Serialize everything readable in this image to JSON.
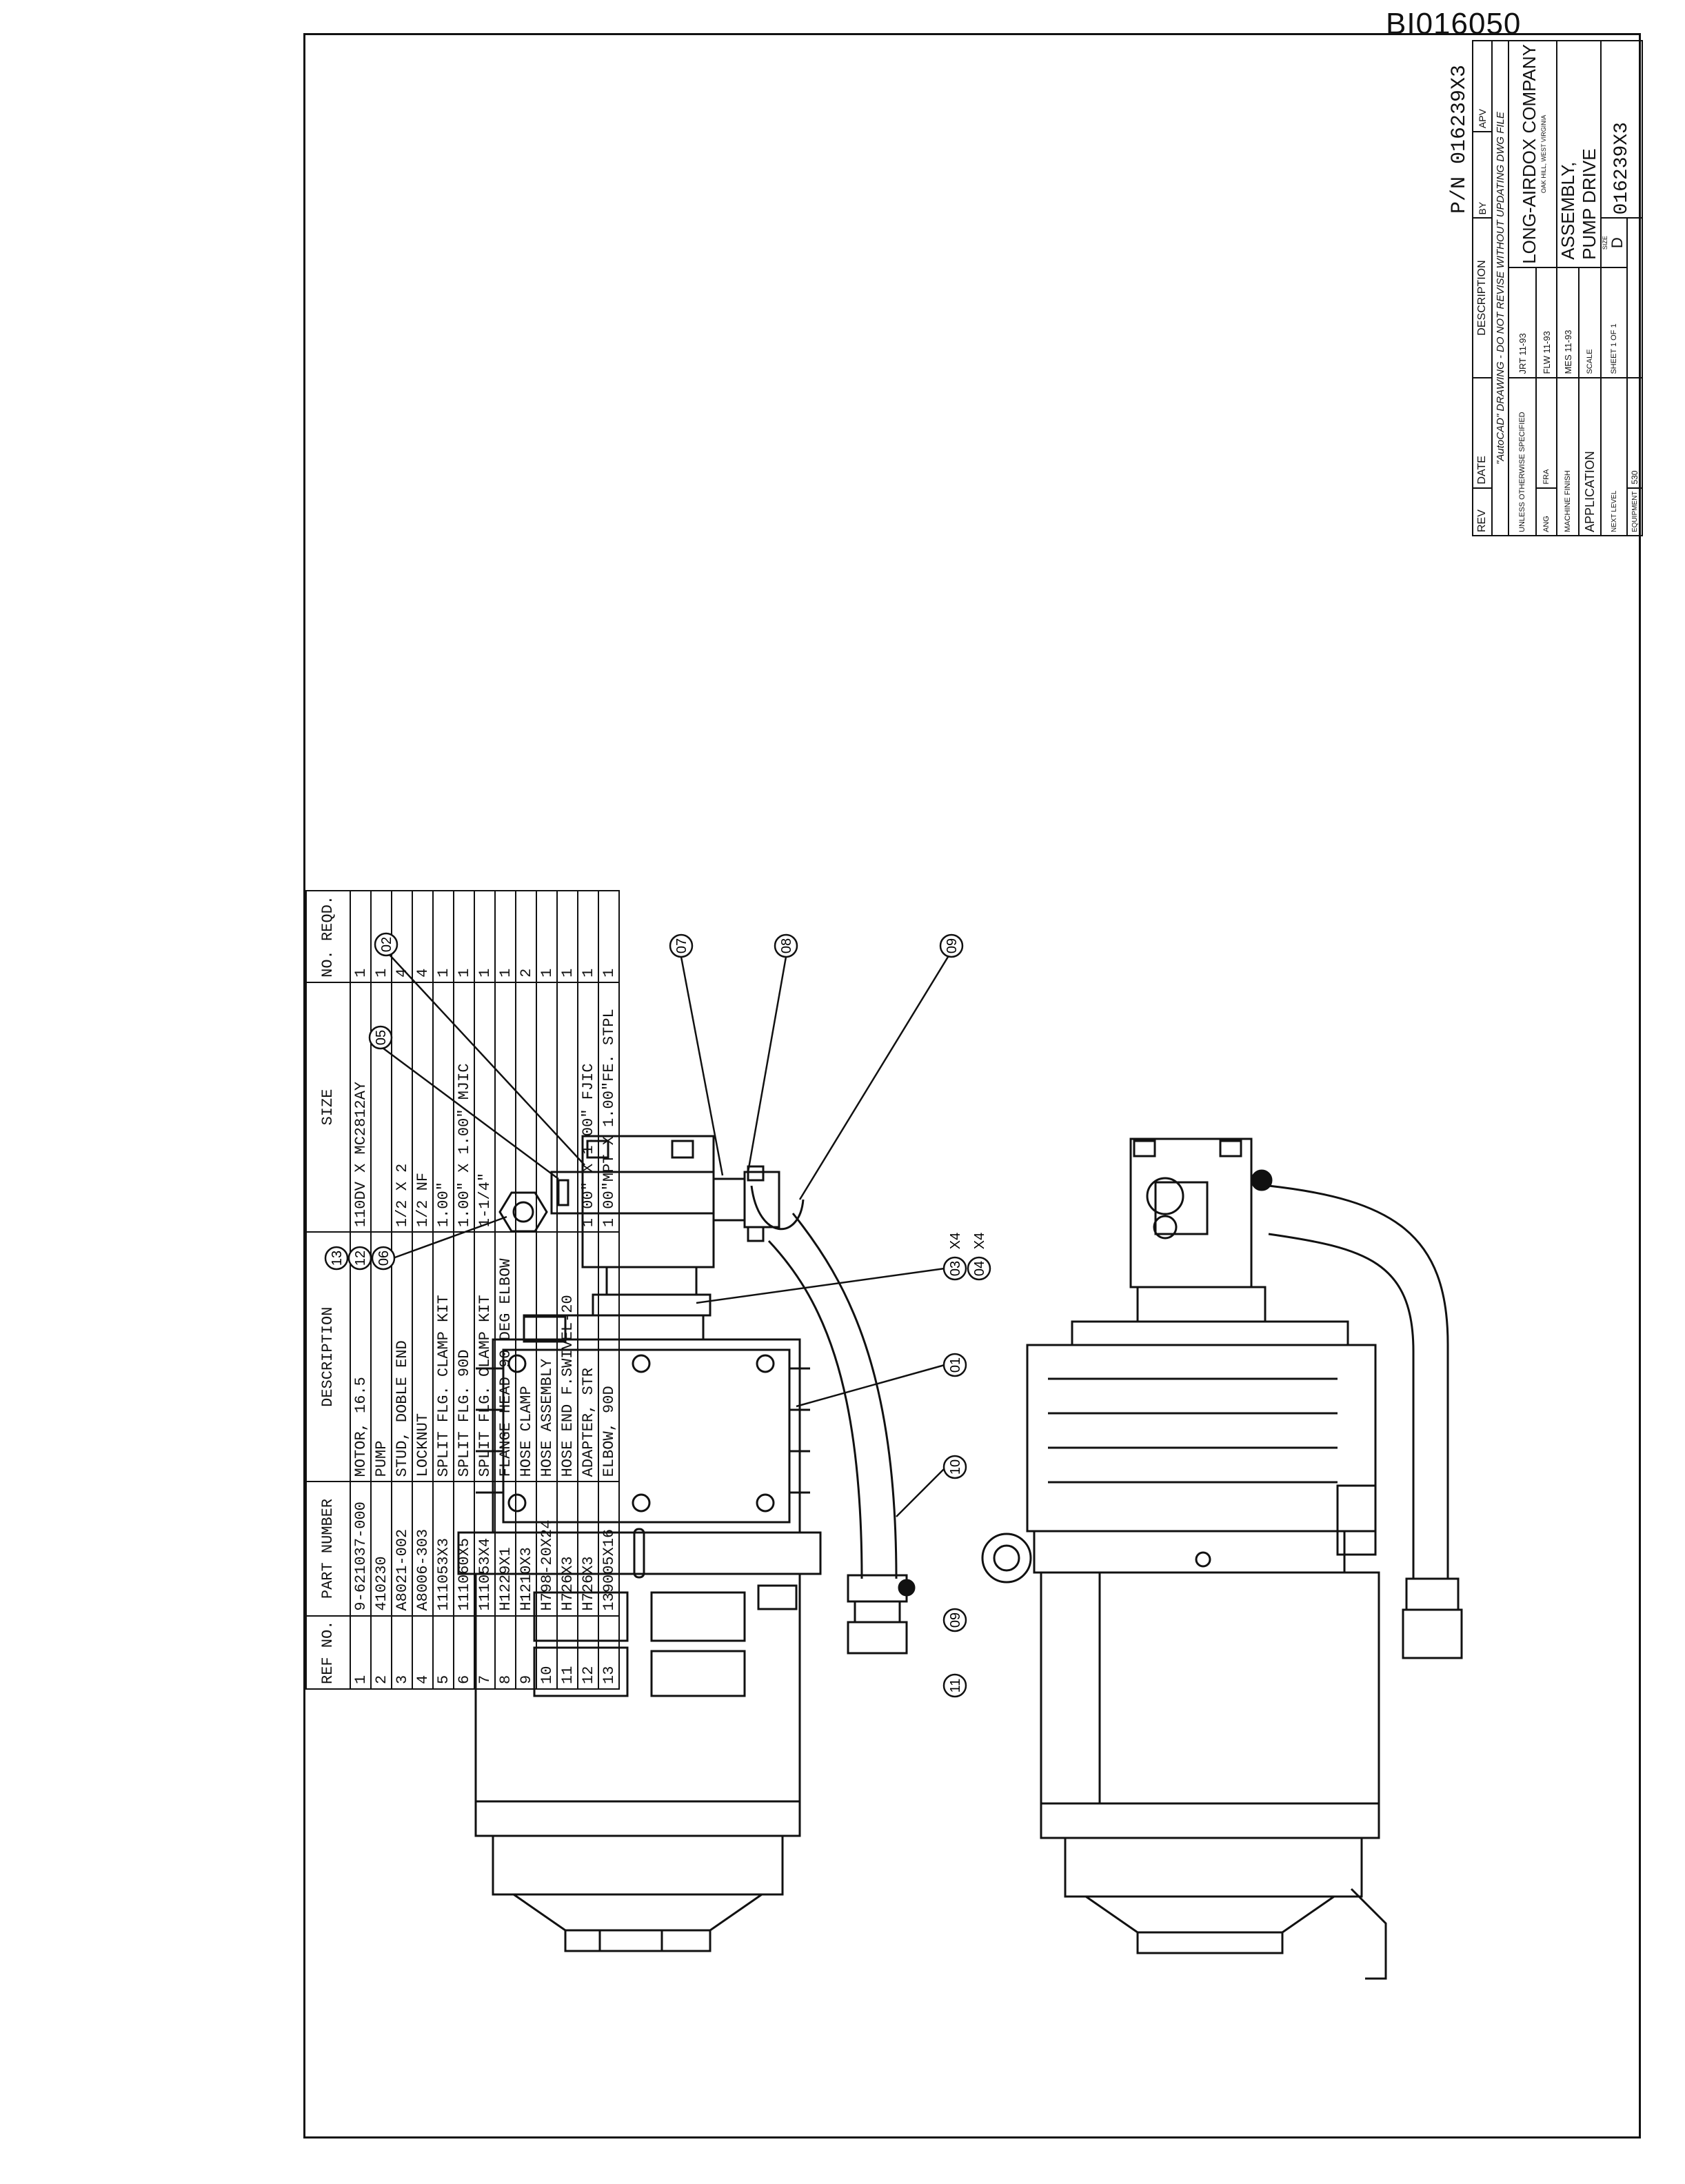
{
  "document_id": "BI016050",
  "part_number_label": "P/N 016239X3",
  "bom": {
    "headers": [
      "REF NO.",
      "PART NUMBER",
      "DESCRIPTION",
      "SIZE",
      "NO. REQD."
    ],
    "rows": [
      [
        "1",
        "9-621037-000",
        "MOTOR, 16.5",
        "110DV X MC2812AY",
        "1"
      ],
      [
        "2",
        "410230",
        "PUMP",
        "",
        "1"
      ],
      [
        "3",
        "A8021-002",
        "STUD, DOBLE END",
        "1/2 X 2",
        "4"
      ],
      [
        "4",
        "A8006-303",
        "LOCKNUT",
        "1/2 NF",
        "4"
      ],
      [
        "5",
        "111053X3",
        "SPLIT FLG. CLAMP KIT",
        "1.00\"",
        "1"
      ],
      [
        "6",
        "111060X5",
        "SPLIT FLG. 90D",
        "1.00\" X 1.00\" MJIC",
        "1"
      ],
      [
        "7",
        "111053X4",
        "SPLIT FLG. CLAMP KIT",
        "1-1/4\"",
        "1"
      ],
      [
        "8",
        "H1229X1",
        "FLANGE HEAD 90 DEG ELBOW",
        "",
        "1"
      ],
      [
        "9",
        "H1210X3",
        "HOSE CLAMP",
        "",
        "2"
      ],
      [
        "10",
        "H798-20X24",
        "HOSE ASSEMBLY",
        "",
        "1"
      ],
      [
        "11",
        "H726X3",
        "HOSE END F.SWIVEL-20",
        "",
        "1"
      ],
      [
        "12",
        "H726X3",
        "ADAPTER, STR",
        "1.00\" X 1.00\" FJIC",
        "1"
      ],
      [
        "13",
        "139005X16",
        "ELBOW, 90D",
        "1.00\"MPT X 1.00\"FE. STPL",
        "1"
      ]
    ]
  },
  "title_block": {
    "rev": "REV",
    "date": "DATE",
    "description": "DESCRIPTION",
    "by": "BY",
    "apv": "APV",
    "note": "\"AutoCAD\" DRAWING - DO NOT REVISE WITHOUT UPDATING DWG FILE",
    "tolerance": "UNLESS OTHERWISE SPECIFIED",
    "ang": "ANG",
    "frac": "FRA",
    "drawn_by": "JRT",
    "drawn_date": "11-93",
    "checked_by": "FLW",
    "checked_date": "11-93",
    "approved_by": "MES",
    "approved_date": "11-93",
    "company": "LONG-AIRDOX COMPANY",
    "company_sub": "OAK HILL, WEST VIRGINIA",
    "title_line1": "ASSEMBLY,",
    "title_line2": "PUMP DRIVE",
    "machine_finish": "MACHINE FINISH",
    "application": "APPLICATION",
    "scale": "SCALE",
    "next_level": "NEXT LEVEL",
    "equipment": "EQUIPMENT",
    "equipment_value": "530",
    "sheet": "SHEET 1 OF 1",
    "size_label": "SIZE",
    "size": "D",
    "dwg_number": "016239X3"
  },
  "callouts": {
    "c02": "02",
    "c05": "05",
    "c07": "07",
    "c08": "08",
    "c09a": "09",
    "c13": "13",
    "c12": "12",
    "c06": "06",
    "c03": "03",
    "c03_qty": "X4",
    "c04": "04",
    "c04_qty": "X4",
    "c01": "01",
    "c10": "10",
    "c09b": "09",
    "c11": "11"
  }
}
